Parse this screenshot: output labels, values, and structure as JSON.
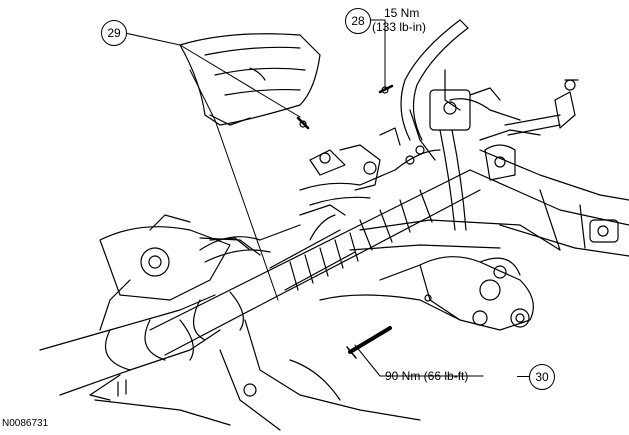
{
  "callouts": {
    "c29": {
      "number": "29"
    },
    "c28": {
      "number": "28",
      "torque_nm": "15 Nm",
      "torque_imperial": "(133 lb-in)"
    },
    "c30": {
      "number": "30",
      "torque": "90 Nm (66 lb-ft)"
    }
  },
  "figure_id": "N0086731",
  "colors": {
    "line": "#000000",
    "background": "#ffffff"
  }
}
